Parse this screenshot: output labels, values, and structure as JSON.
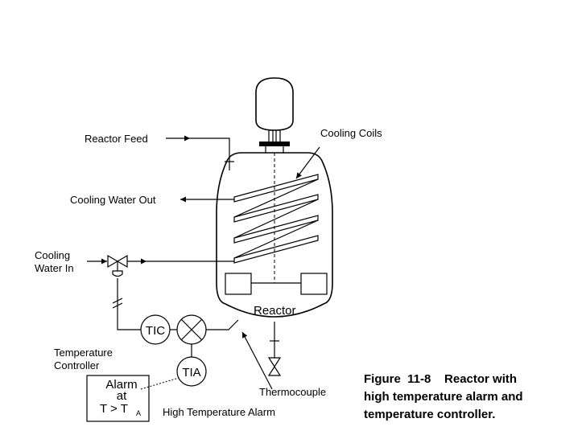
{
  "labels": {
    "reactor_feed": "Reactor Feed",
    "cooling_coils": "Cooling Coils",
    "cooling_water_out": "Cooling Water Out",
    "cooling_water_in_1": "Cooling",
    "cooling_water_in_2": "Water In",
    "reactor": "Reactor",
    "tic": "TIC",
    "tia": "TIA",
    "temperature_controller_1": "Temperature",
    "temperature_controller_2": "Controller",
    "thermocouple": "Thermocouple",
    "high_temperature_alarm": "High Temperature Alarm",
    "alarm_line1": "Alarm",
    "alarm_line2": "at",
    "alarm_line3": "T > T",
    "alarm_subscript": "A"
  },
  "caption": {
    "line1": "Figure  11-8    Reactor with",
    "line2": "high temperature alarm and",
    "line3": "temperature controller."
  }
}
